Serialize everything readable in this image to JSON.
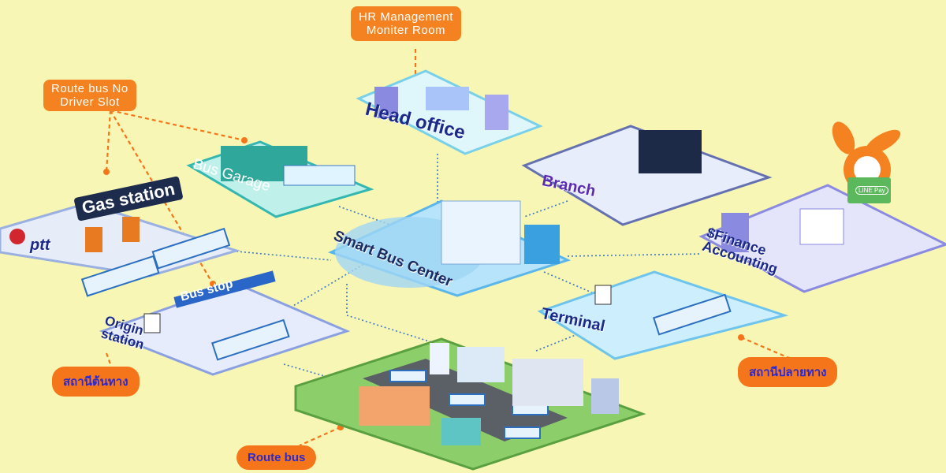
{
  "labels": {
    "hr": "HR Management Moniter Room",
    "hr_l1": "HR Management",
    "hr_l2": "Moniter Room",
    "no_driver_l1": "Route bus No",
    "no_driver_l2": "Driver Slot",
    "origin_thai": "สถานีต้นทาง",
    "terminal_thai": "สถานีปลายทาง",
    "route_bus": "Route bus"
  },
  "nodes": {
    "head_office": "Head office",
    "bus_garage": "Bus Garage",
    "gas_station": "Gas station",
    "ptt": "ptt",
    "branch": "Branch",
    "center": "Smart Bus Center",
    "finance_l1": "$Finance",
    "finance_l2": "Accounting",
    "line_pay": "LINE Pay",
    "bus_stop": "Bus stop",
    "origin_l1": "Origin",
    "origin_l2": "station",
    "terminal": "Terminal"
  },
  "colors": {
    "background": "#f8f6b4",
    "accent": "#f58220",
    "link": "#3a78c8"
  }
}
